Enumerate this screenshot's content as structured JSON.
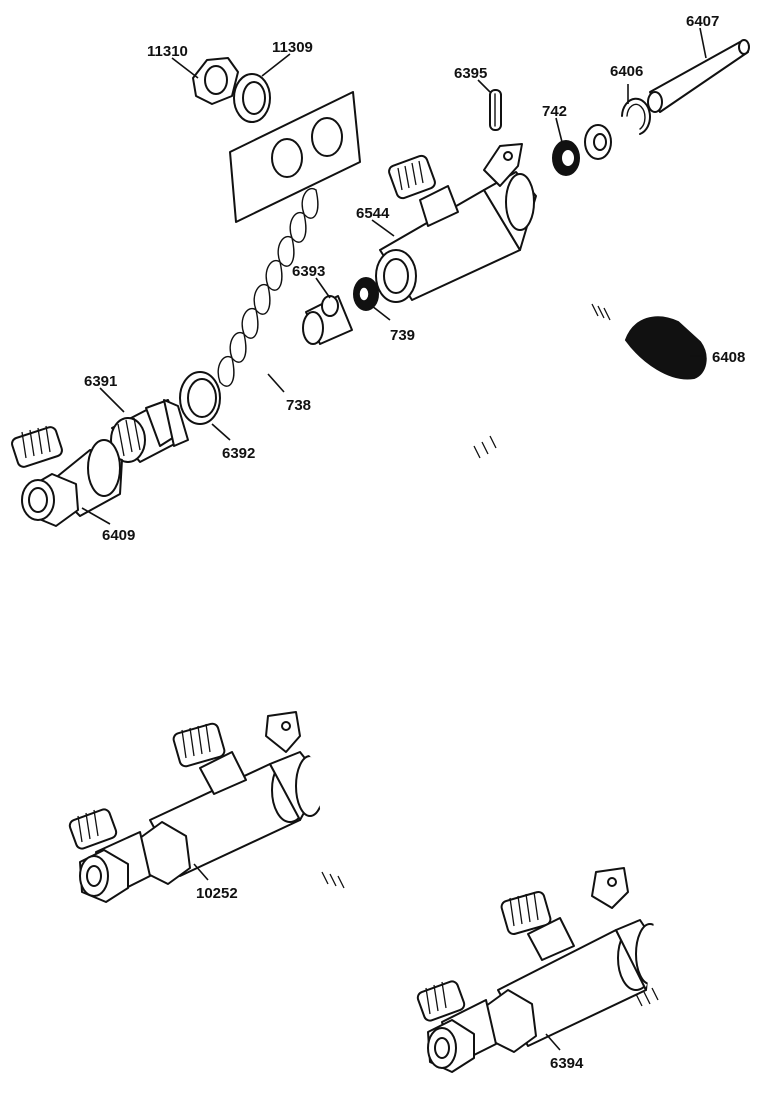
{
  "labels": {
    "p11310": "11310",
    "p11309": "11309",
    "p6395": "6395",
    "p6407": "6407",
    "p6406": "6406",
    "p742": "742",
    "p6544": "6544",
    "p6393": "6393",
    "p739": "739",
    "p6408": "6408",
    "p6391": "6391",
    "p738": "738",
    "p6392": "6392",
    "p6409": "6409",
    "p10252": "10252",
    "p6394": "6394"
  }
}
